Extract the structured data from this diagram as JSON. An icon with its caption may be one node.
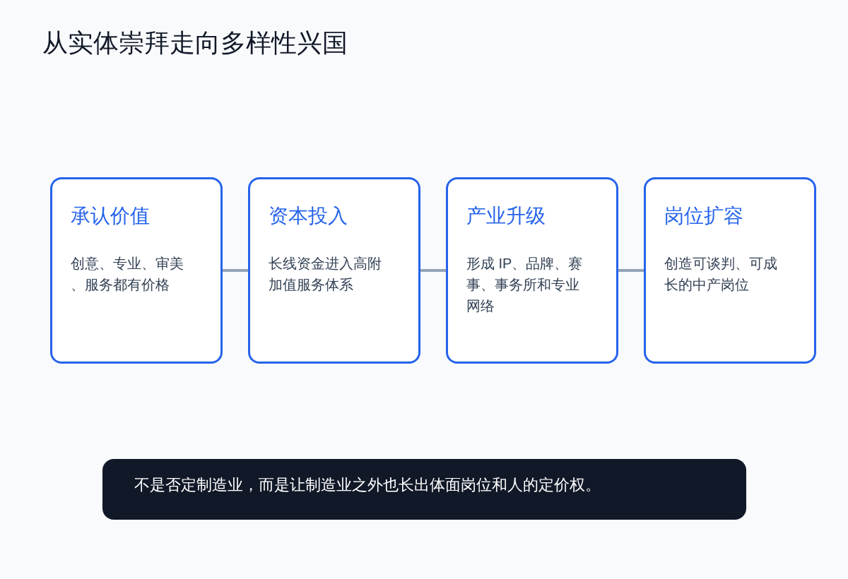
{
  "diagram": {
    "title": "从实体崇拜走向多样性兴国",
    "nodes": [
      {
        "text": [
          "承认价值",
          "创意、专业、审美、服务都有价格"
        ]
      },
      {
        "text": [
          "资本投入",
          "长线资金进入高附加值服务体系"
        ]
      },
      {
        "text": [
          "产业升级",
          "形成 IP、品牌、赛事、事务所和专业网络"
        ]
      },
      {
        "text": [
          "岗位扩容",
          "创造可谈判、可成长的中产岗位"
        ]
      },
      {
        "text": [
          "不是否定制造业，而是让制造业之外也长出体面岗位和人的定价权。"
        ]
      }
    ],
    "edges": [
      {
        "from": 0,
        "to": 1,
        "arrow": "none"
      },
      {
        "from": 1,
        "to": 2,
        "arrow": "none"
      },
      {
        "from": 2,
        "to": 3,
        "arrow": "none"
      }
    ]
  }
}
